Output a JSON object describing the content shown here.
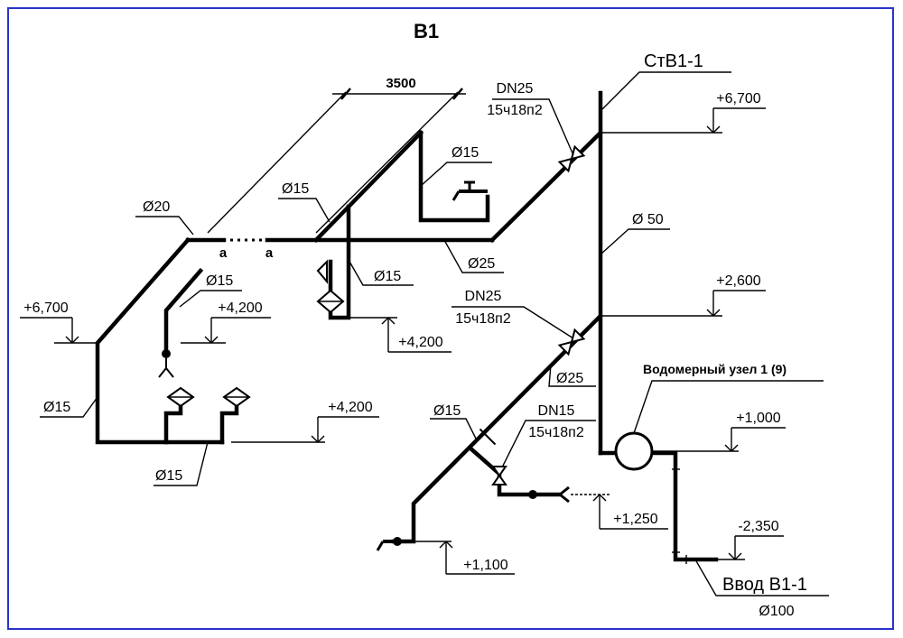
{
  "colors": {
    "frame": "#2a34c8",
    "line": "#000000",
    "background": "#ffffff"
  },
  "title": "B1",
  "labels": {
    "riser": "СтВ1-1",
    "dim_length": "3500",
    "valve_top_dn": "DN25",
    "valve_top_type": "15ч18п2",
    "valve_mid_dn": "DN25",
    "valve_mid_type": "15ч18п2",
    "valve_low_dn": "DN15",
    "valve_low_type": "15ч18п2",
    "d15_top": "Ø15",
    "d15_upper_left": "Ø15",
    "d20": "Ø20",
    "d25_upper": "Ø25",
    "d15_upper_mid": "Ø15",
    "d15_mid_left": "Ø15",
    "d50": "Ø 50",
    "d25_lower": "Ø25",
    "d15_low": "Ø15",
    "d15_left": "Ø15",
    "d15_bottom": "Ø15",
    "d100": "Ø100",
    "break_a1": "a",
    "break_a2": "a",
    "meter": "Водомерный узел 1 (9)",
    "inlet": "Ввод В1-1"
  },
  "elevations": {
    "top_right": "+6,700",
    "left": "+6,700",
    "left_fixture": "+4,200",
    "mid_fixture": "+4,200",
    "mid_right": "+2,600",
    "bottom_left_branch": "+4,200",
    "meter": "+1,000",
    "hose": "+1,250",
    "tap_low": "+1,100",
    "inlet": "-2,350"
  }
}
